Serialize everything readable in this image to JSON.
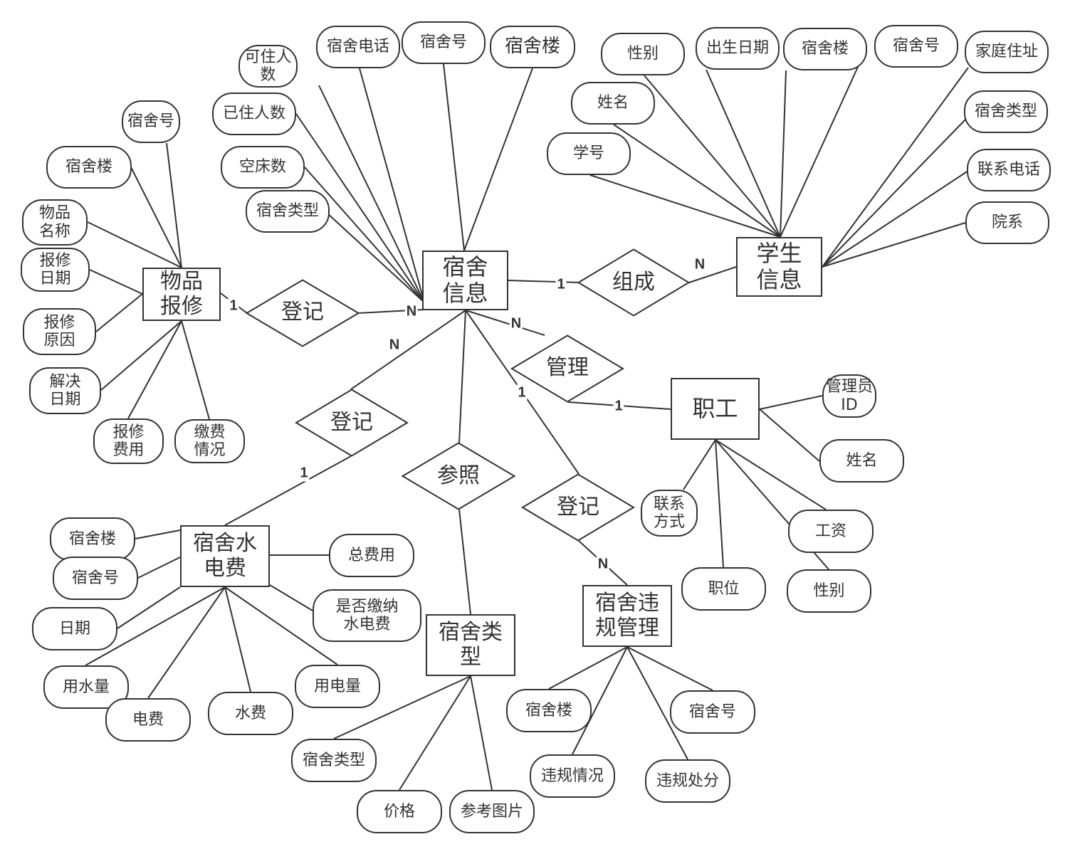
{
  "diagram_title": "宿舍管理系统 E-R 图",
  "entities": {
    "dorm_info": "宿舍\n信息",
    "student_info": "学生\n信息",
    "repair": "物品\n报修",
    "staff": "职工",
    "utility": "宿舍水\n电费",
    "dorm_type": "宿舍类\n型",
    "violation": "宿舍违\n规管理"
  },
  "relationships": {
    "compose": "组成",
    "register_repair": "登记",
    "manage": "管理",
    "register_utility": "登记",
    "reference": "参照",
    "register_violation": "登记"
  },
  "attributes": {
    "dorm_info": [
      "可住人数",
      "宿舍电话",
      "宿舍号",
      "宿舍楼",
      "已住人数",
      "空床数",
      "宿舍类型"
    ],
    "student_info": [
      "性别",
      "出生日期",
      "宿舍楼",
      "宿舍号",
      "家庭住址",
      "姓名",
      "学号",
      "宿舍类型",
      "联系电话",
      "院系"
    ],
    "repair": [
      "宿舍号",
      "宿舍楼",
      "物品\n名称",
      "报修\n日期",
      "报修\n原因",
      "解决\n日期",
      "报修\n费用",
      "缴费\n情况"
    ],
    "staff": [
      "管理员\nID",
      "姓名",
      "联系\n方式",
      "工资",
      "职位",
      "性别"
    ],
    "utility": [
      "宿舍楼",
      "宿舍号",
      "总费用",
      "日期",
      "是否缴纳\n水电费",
      "用水量",
      "用电量",
      "电费",
      "水费"
    ],
    "dorm_type": [
      "宿舍类型",
      "价格",
      "参考图片"
    ],
    "violation": [
      "宿舍楼",
      "宿舍号",
      "违规情况",
      "违规处分"
    ]
  },
  "cardinalities": {
    "dorm_compose": "1",
    "student_compose": "N",
    "repair_register": "1",
    "dorm_register_repair": "N",
    "dorm_manage": "N",
    "staff_manage": "1",
    "dorm_register_utility": "N",
    "utility_register": "1",
    "dorm_register_violation": "1",
    "violation_register": "N"
  }
}
